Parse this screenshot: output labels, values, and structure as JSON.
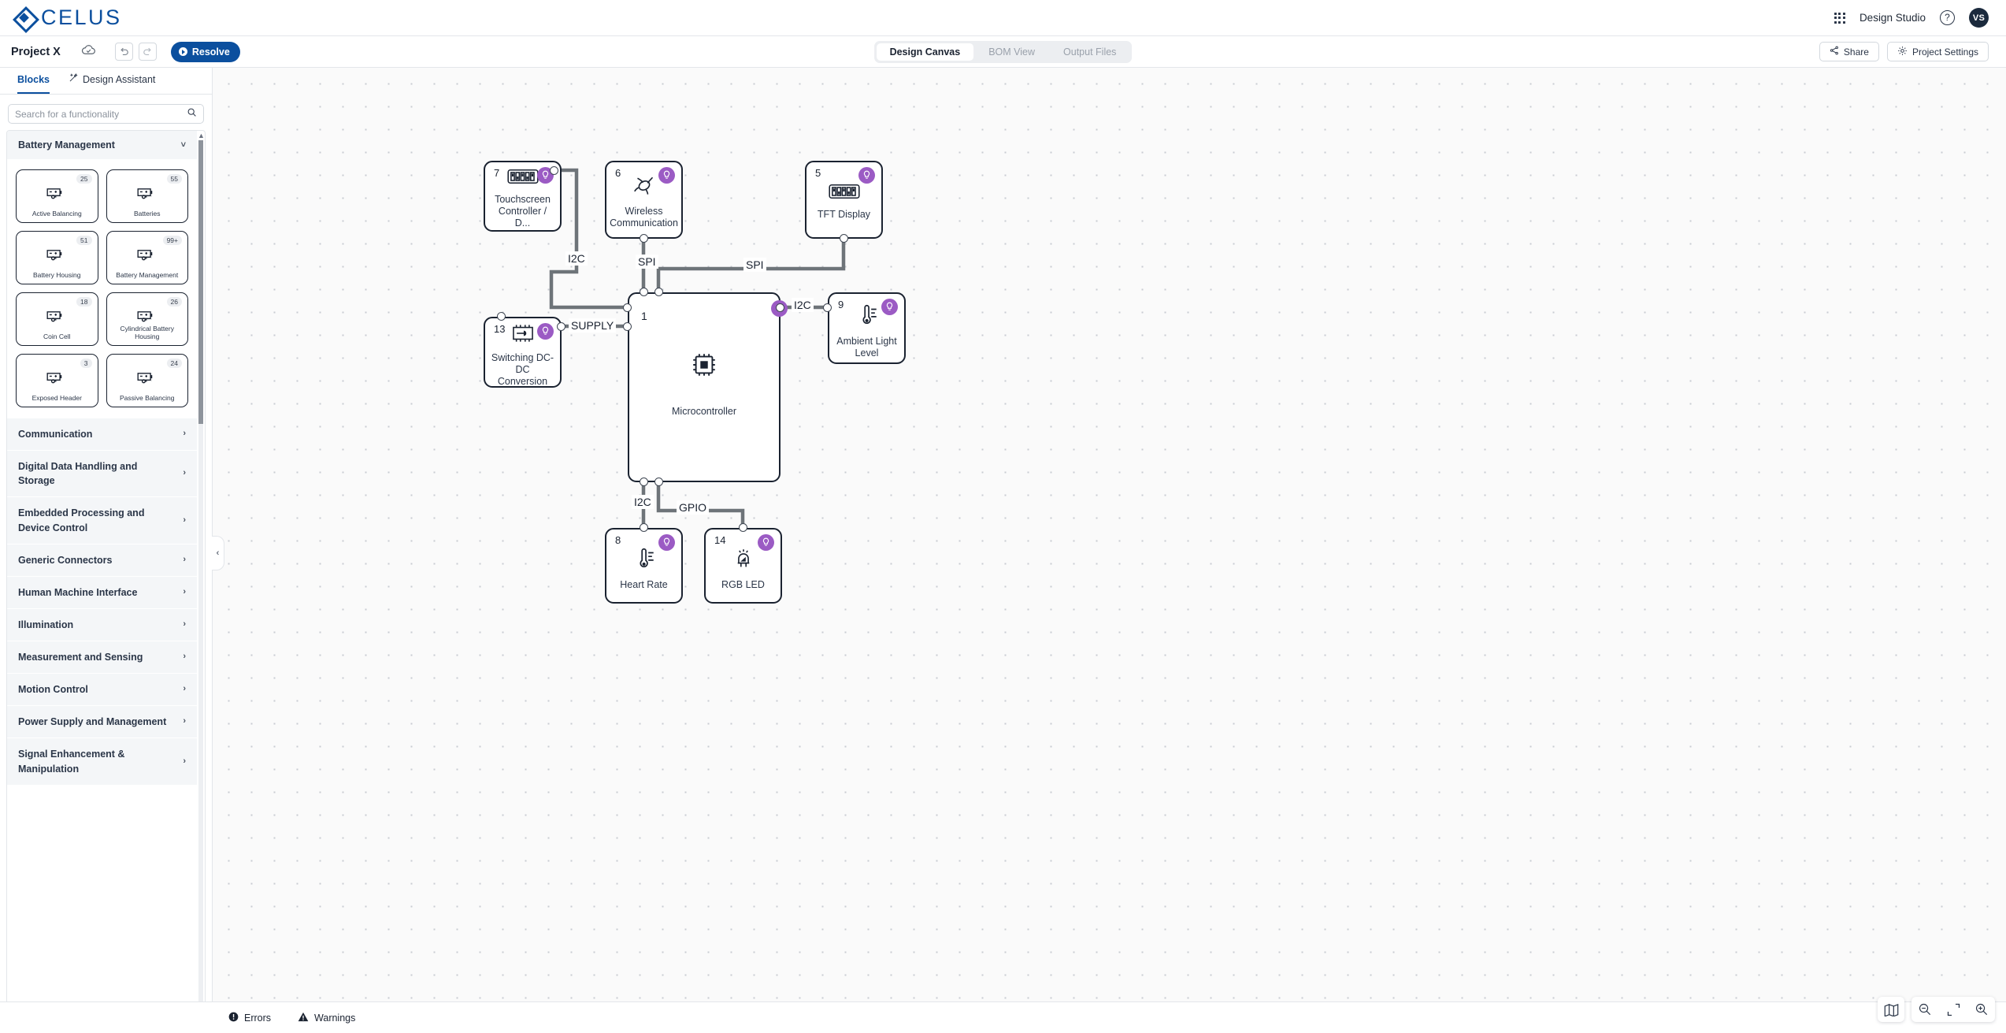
{
  "app": {
    "brand": "CELUS",
    "studio_label": "Design Studio",
    "avatar_initials": "VS",
    "help_icon": "question-circle-icon",
    "apps_icon": "apps-grid-icon"
  },
  "projectbar": {
    "project_name": "Project X",
    "cloud_icon": "cloud-check-icon",
    "undo_label": "undo-icon",
    "redo_label": "redo-icon",
    "resolve_label": "Resolve",
    "share_label": "Share",
    "settings_label": "Project Settings",
    "tabs": [
      {
        "label": "Design Canvas",
        "active": true
      },
      {
        "label": "BOM View",
        "active": false
      },
      {
        "label": "Output Files",
        "active": false
      }
    ]
  },
  "sidebar": {
    "tabs": [
      {
        "label": "Blocks",
        "active": true
      },
      {
        "label": "Design Assistant",
        "active": false,
        "icon": "magic-wand-icon"
      }
    ],
    "search": {
      "placeholder": "Search for a functionality",
      "value": ""
    },
    "expanded_group": {
      "title": "Battery Management",
      "cards": [
        {
          "name": "Active Balancing",
          "count": "25"
        },
        {
          "name": "Batteries",
          "count": "55"
        },
        {
          "name": "Battery Housing",
          "count": "51"
        },
        {
          "name": "Battery Management",
          "count": "99+"
        },
        {
          "name": "Coin Cell",
          "count": "18"
        },
        {
          "name": "Cylindrical Battery Housing",
          "count": "26"
        },
        {
          "name": "Exposed Header",
          "count": "3"
        },
        {
          "name": "Passive Balancing",
          "count": "24"
        }
      ]
    },
    "groups": [
      "Communication",
      "Digital Data Handling and Storage",
      "Embedded Processing and Device Control",
      "Generic Connectors",
      "Human Machine Interface",
      "Illumination",
      "Measurement and Sensing",
      "Motion Control",
      "Power Supply and Management",
      "Signal Enhancement & Manipulation"
    ],
    "collapse_icon": "chevron-left-icon"
  },
  "canvas": {
    "nodes": [
      {
        "id": "touchscreen",
        "num": "7",
        "label": "Touchscreen Controller / D...",
        "icon": "dip-switch-icon"
      },
      {
        "id": "wireless",
        "num": "6",
        "label": "Wireless Communication",
        "icon": "wireless-icon"
      },
      {
        "id": "tft",
        "num": "5",
        "label": "TFT Display",
        "icon": "dip-switch-icon"
      },
      {
        "id": "mcu",
        "num": "1",
        "label": "Microcontroller",
        "icon": "chip-icon"
      },
      {
        "id": "ambient",
        "num": "9",
        "label": "Ambient Light Level",
        "icon": "thermometer-icon"
      },
      {
        "id": "dcdc",
        "num": "13",
        "label": "Switching DC-DC Conversion",
        "icon": "power-plug-chip-icon"
      },
      {
        "id": "heartrate",
        "num": "8",
        "label": "Heart Rate",
        "icon": "thermometer-icon"
      },
      {
        "id": "rgbled",
        "num": "14",
        "label": "RGB LED",
        "icon": "led-icon"
      }
    ],
    "edge_labels": [
      {
        "id": "i2c-touch",
        "text": "I2C"
      },
      {
        "id": "spi-wireless",
        "text": "SPI"
      },
      {
        "id": "spi-tft",
        "text": "SPI"
      },
      {
        "id": "supply",
        "text": "SUPPLY"
      },
      {
        "id": "i2c-ambient",
        "text": "I2C"
      },
      {
        "id": "i2c-heart",
        "text": "I2C"
      },
      {
        "id": "gpio-rgb",
        "text": "GPIO"
      }
    ],
    "tools": [
      {
        "id": "minimap",
        "icon": "map-icon"
      },
      {
        "id": "zoom-out",
        "icon": "zoom-out-icon"
      },
      {
        "id": "fit",
        "icon": "fit-screen-icon"
      },
      {
        "id": "zoom-in",
        "icon": "zoom-in-icon"
      }
    ]
  },
  "statusbar": {
    "errors_label": "Errors",
    "warnings_label": "Warnings",
    "errors_icon": "error-circle-icon",
    "warnings_icon": "warning-triangle-icon",
    "chevron": "chevron-down-icon"
  },
  "colors": {
    "brand_blue": "#0b4f9e",
    "badge_purple": "#9b5bc4",
    "edge_gray": "#6e7479",
    "node_border": "#1a2230"
  }
}
